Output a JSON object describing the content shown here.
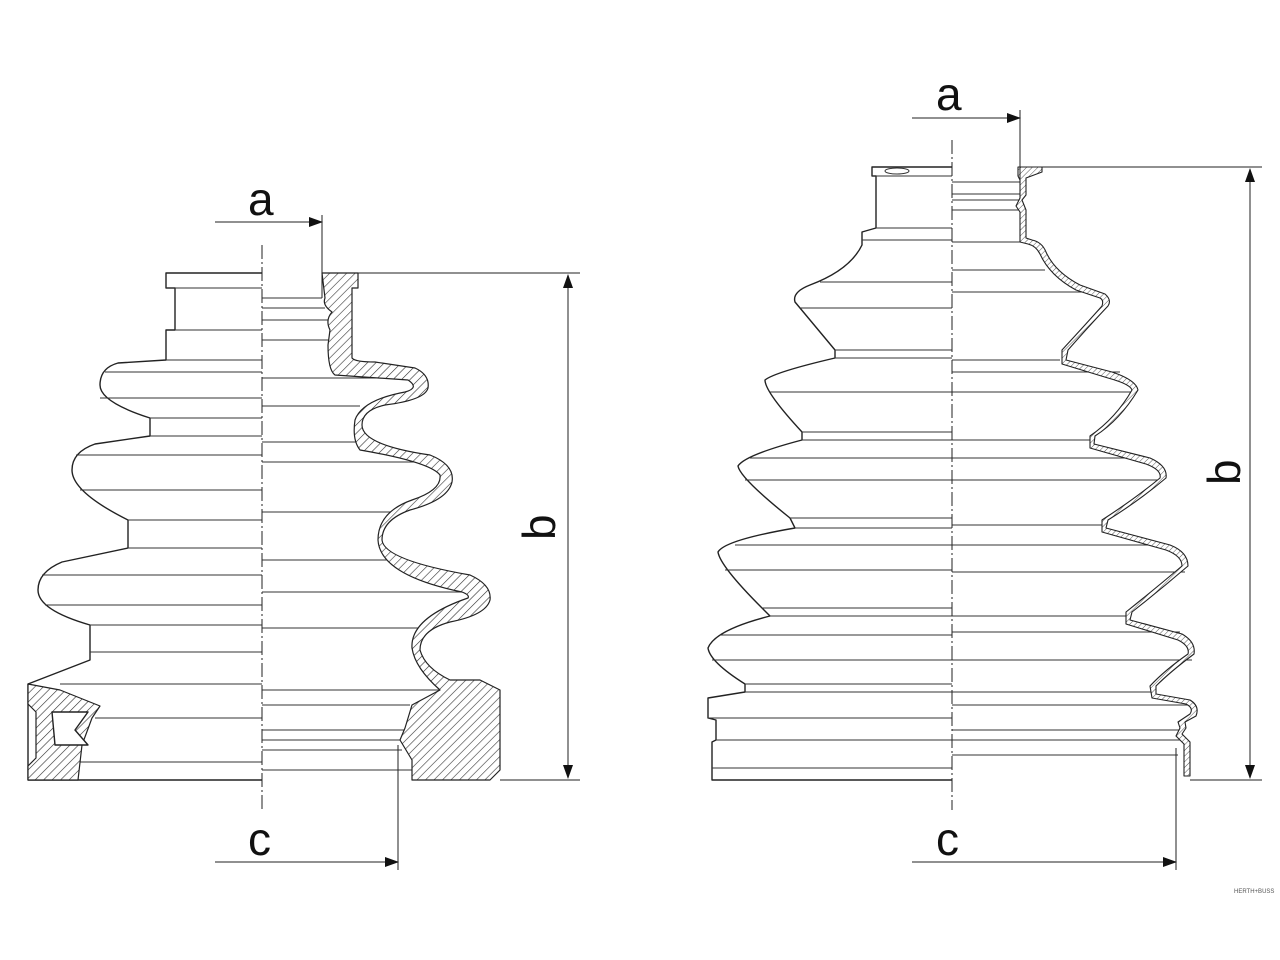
{
  "left_boot": {
    "label_a": "a",
    "label_b": "b",
    "label_c": "c"
  },
  "right_boot": {
    "label_a": "a",
    "label_b": "b",
    "label_c": "c"
  },
  "watermark": "HERTH+BUSS",
  "colors": {
    "line": "#222222",
    "background": "#ffffff"
  }
}
